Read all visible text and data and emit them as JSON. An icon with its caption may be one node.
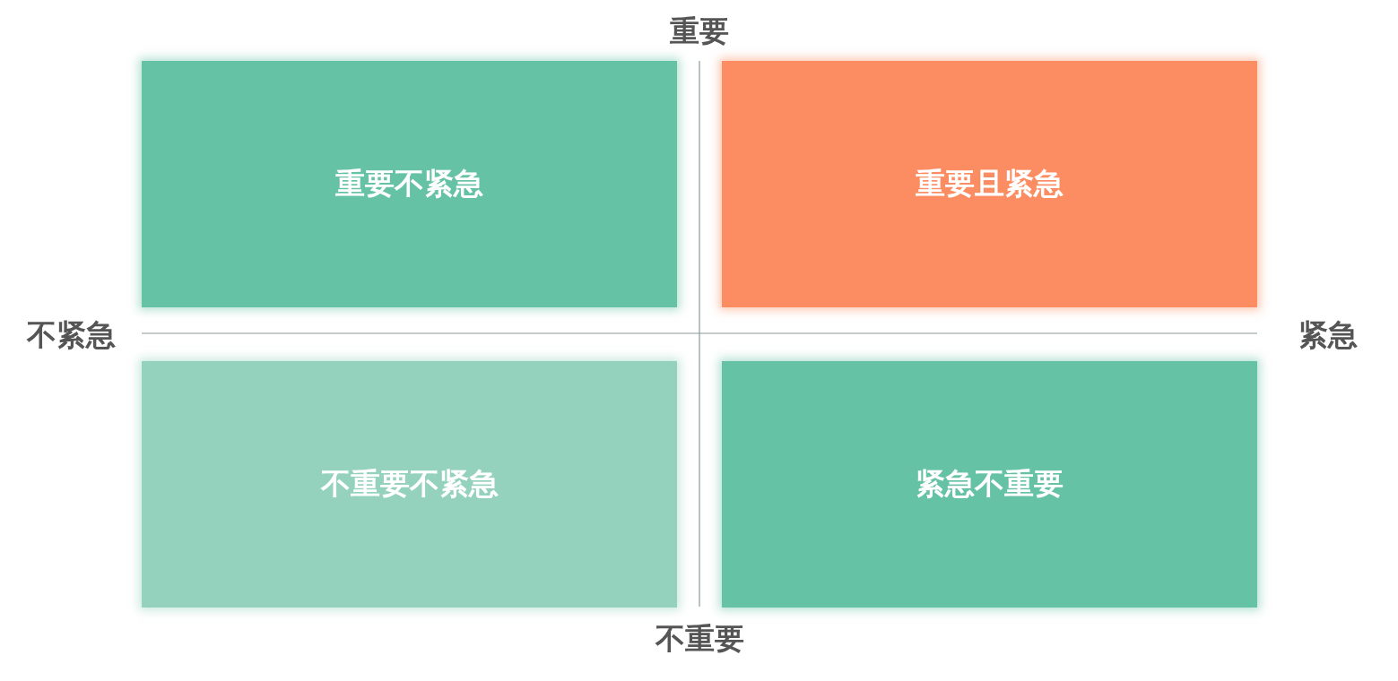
{
  "diagram": {
    "nodes": [
      {
        "text": [
          "重要不紧急"
        ]
      },
      {
        "text": [
          "重要且紧急"
        ]
      },
      {
        "text": [
          "不重要不紧急"
        ]
      },
      {
        "text": [
          "紧急不重要"
        ]
      }
    ],
    "labels": [
      "重要",
      "不紧急",
      "紧急",
      "不重要"
    ]
  }
}
